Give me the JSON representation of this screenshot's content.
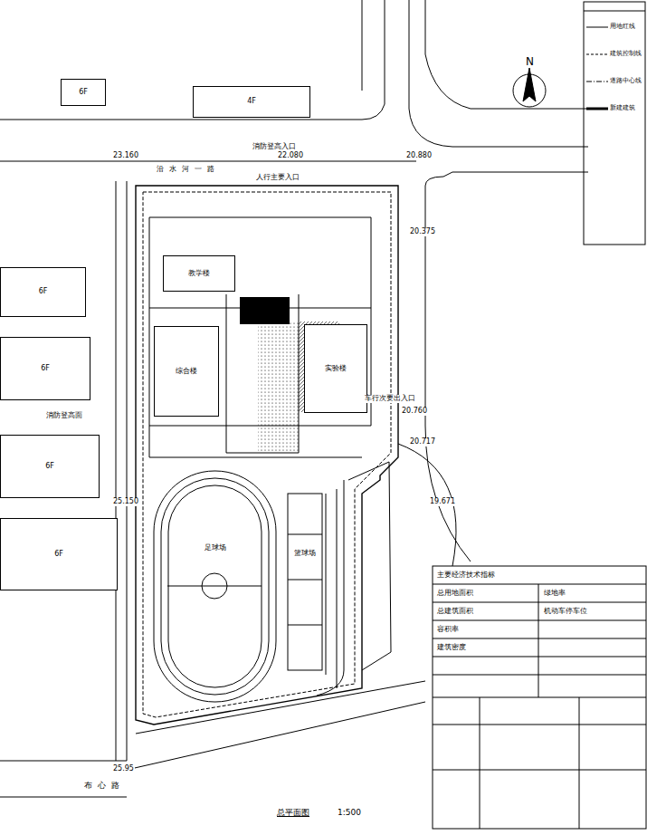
{
  "diagram": {
    "caption": "总平面图",
    "nodes": [
      {
        "text": [
          "6F"
        ]
      },
      {
        "text": [
          "4F"
        ]
      },
      {
        "text": [
          "教学楼"
        ]
      },
      {
        "text": [
          "综合楼"
        ]
      },
      {
        "text": [
          "实验楼"
        ]
      },
      {
        "text": [
          "6F"
        ]
      },
      {
        "text": [
          "6F"
        ]
      },
      {
        "text": [
          "6F"
        ]
      },
      {
        "text": [
          "6F"
        ]
      },
      {
        "text": [
          "足球场"
        ]
      },
      {
        "text": [
          "篮球场"
        ]
      }
    ],
    "labels": [
      "N",
      "23.160",
      "22.080",
      "20.880",
      "沿水河一路",
      "消防登高入口",
      "人行主要入口",
      "20.375",
      "车行次要出入口",
      "20.760",
      "20.717",
      "19.671",
      "消防登高面",
      "25.150",
      "25.95",
      "布心路",
      "1:500",
      "主要经济技术指标",
      "总用地面积",
      "总建筑面积",
      "容积率",
      "建筑密度",
      "绿地率",
      "机动车停车位"
    ],
    "legend": [
      {
        "text": "用地红线"
      },
      {
        "text": "建筑控制线"
      },
      {
        "text": "道路中心线"
      },
      {
        "text": "新建建筑"
      }
    ]
  }
}
